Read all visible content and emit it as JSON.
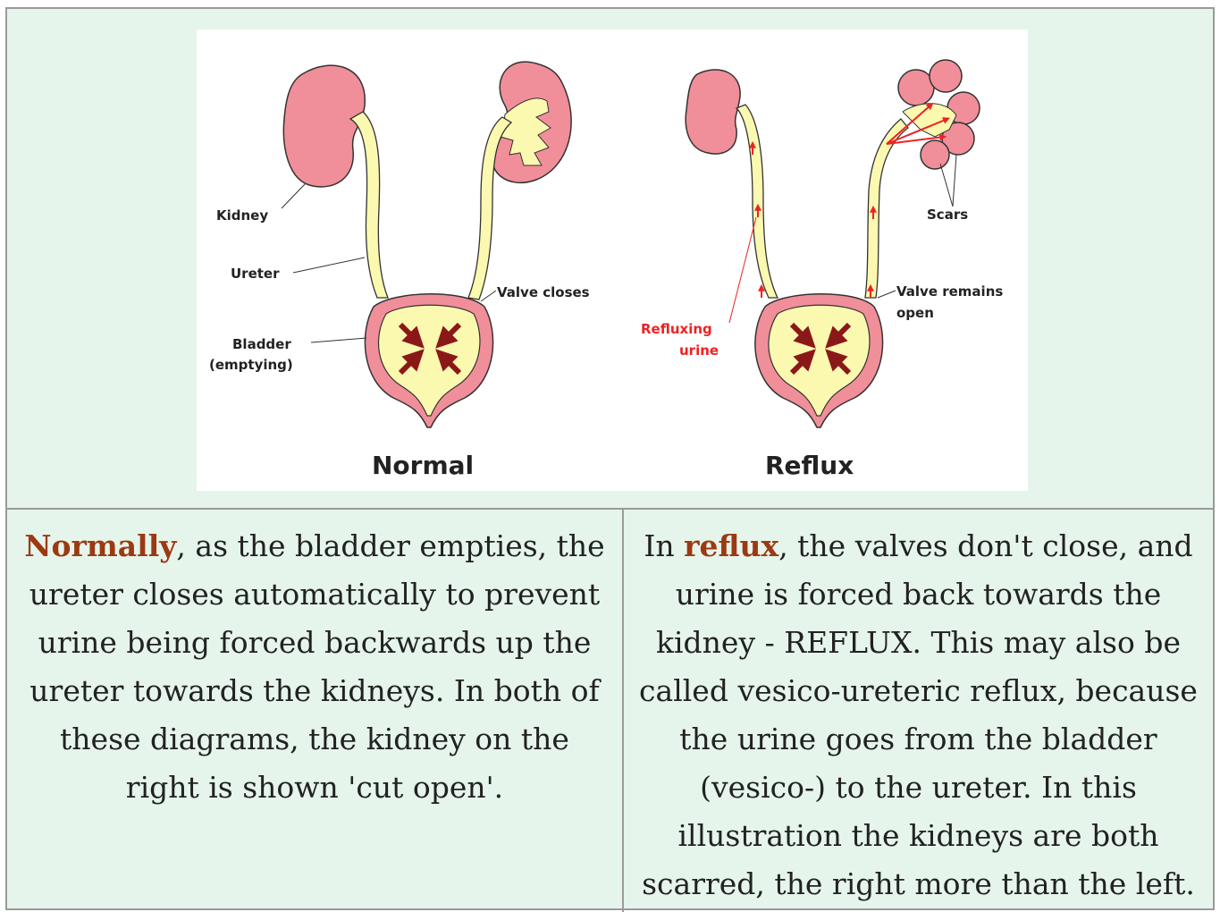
{
  "diagram": {
    "labels": {
      "kidney": "Kidney",
      "ureter": "Ureter",
      "bladder_line1": "Bladder",
      "bladder_line2": "(emptying)",
      "valve_closes": "Valve closes",
      "scars": "Scars",
      "refluxing_line1": "Refluxing",
      "refluxing_line2": "urine",
      "valve_remains_line1": "Valve remains",
      "valve_remains_line2": "open"
    },
    "captions": {
      "normal": "Normal",
      "reflux": "Reflux"
    },
    "colors": {
      "kidney": "#f08f99",
      "urine": "#fbf8b0",
      "outline": "#333333",
      "arrow": "#8b1818",
      "reflux_arrow": "#ee2222",
      "cell_background": "#e6f5ec",
      "highlight_text": "#9b3a12"
    }
  },
  "left_cell": {
    "highlight": "Normally",
    "text": ", as the bladder empties, the ureter closes automatically to prevent urine being forced backwards up the ureter towards the kidneys. In both of these diagrams, the kidney on the right is shown 'cut open'."
  },
  "right_cell": {
    "prefix": "In ",
    "highlight": "reflux",
    "text": ", the valves don't close, and urine is forced back towards the kidney - REFLUX. This may also be called vesico-ureteric reflux, because the urine goes from the bladder (vesico-) to the ureter. In this illustration the kidneys are both scarred, the right more than the left."
  }
}
